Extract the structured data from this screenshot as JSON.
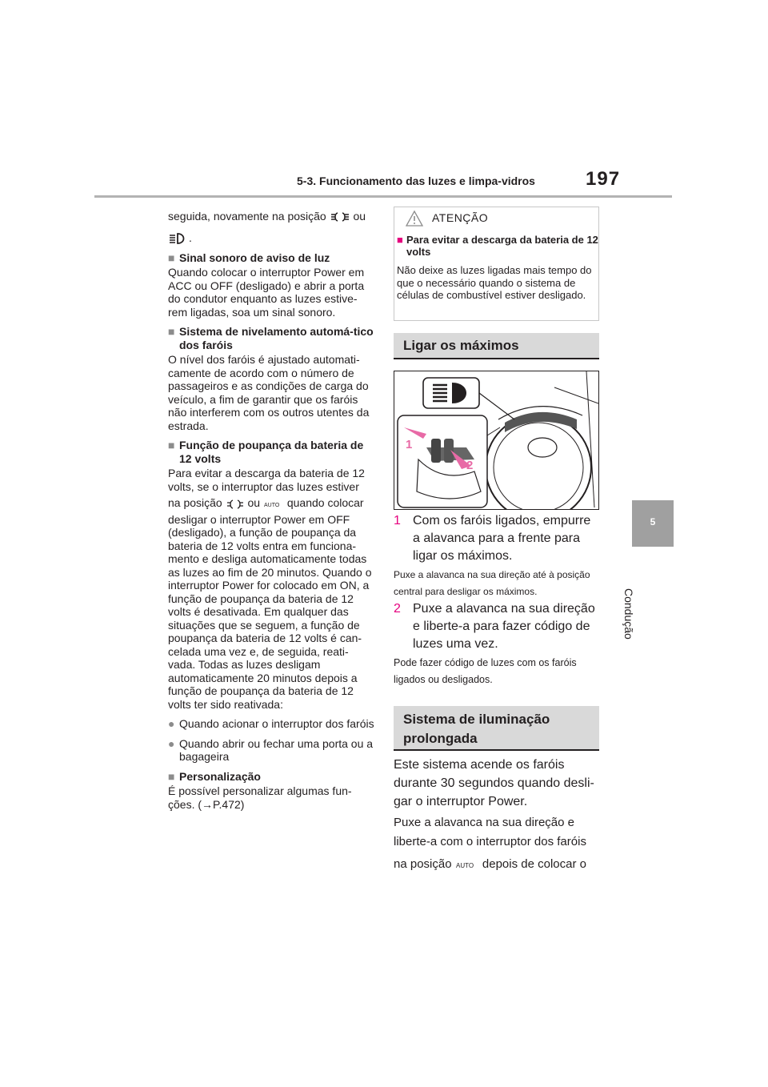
{
  "header": {
    "section": "5-3. Funcionamento das luzes e limpa-vidros",
    "page_number": "197"
  },
  "side_tab": {
    "number": "5",
    "label": "Condução"
  },
  "left": {
    "intro_a": "seguida, novamente na posição",
    "intro_ou": "ou",
    "intro_end": ".",
    "s1_head": "Sinal sonoro de aviso de luz",
    "s1_body": "Quando colocar o interruptor Power em ACC ou OFF (desligado) e abrir a porta do condutor enquanto as luzes estive-rem ligadas, soa um sinal sonoro.",
    "s2_head": "Sistema de nivelamento automá-tico dos faróis",
    "s2_body": "O nível dos faróis é ajustado automati-camente de acordo com o número de passageiros e as condições de carga do veículo, a fim de garantir que os faróis não interferem com os outros utentes da estrada.",
    "s3_head": "Função de poupança da bateria de 12 volts",
    "s3_body_a": "Para evitar a descarga da bateria de 12 volts, se o interruptor das luzes estiver",
    "s3_body_b1": "na posição",
    "s3_body_b2": "ou",
    "s3_body_b3": "quando colocar",
    "s3_body_c": "desligar o interruptor Power em OFF (desligado), a função de poupança da bateria de 12 volts entra em funciona-mento e desliga automaticamente todas as luzes ao fim de 20 minutos. Quando o interruptor Power for colocado em ON, a função de poupança da bateria de 12 volts é desativada. Em qualquer das situações que se seguem, a função de poupança da bateria de 12 volts é can-celada uma vez e, de seguida, reati-vada. Todas as luzes desligam automaticamente 20 minutos depois a função de poupança da bateria de 12 volts ter sido reativada:",
    "bullet1": "Quando acionar o interruptor dos faróis",
    "bullet2": "Quando abrir ou fechar uma porta ou a bagageira",
    "s4_head": "Personalização",
    "s4_body": "É possível personalizar algumas fun-ções. (→P.472)"
  },
  "warning": {
    "title": "ATENÇÃO",
    "head": "Para evitar a descarga da bateria de 12 volts",
    "body": "Não deixe as luzes ligadas mais tempo do que o necessário quando o sistema de células de combustível estiver desligado."
  },
  "section1": {
    "title": "Ligar os máximos",
    "figure_labels": [
      "1",
      "2"
    ],
    "step1_num": "1",
    "step1": "Com os faróis ligados, empurre a alavanca para a frente para ligar os máximos.",
    "step1_note": "Puxe a alavanca na sua direção até à posição central para desligar os máximos.",
    "step2_num": "2",
    "step2": "Puxe a alavanca na sua direção e liberte-a para fazer código de luzes uma vez.",
    "step2_note": "Pode fazer código de luzes com os faróis ligados ou desligados."
  },
  "section2": {
    "title": "Sistema de iluminação prolongada",
    "p1": "Este sistema acende os faróis durante 30 segundos quando desli-gar o interruptor Power.",
    "p2": "Puxe a alavanca na sua direção e liberte-a com o interruptor dos faróis",
    "p3a": "na posição",
    "p3b": "depois de colocar o"
  },
  "colors": {
    "accent": "#e5007e",
    "tab": "#a0a0a0",
    "heading_bg": "#d9d9d9"
  },
  "icons": [
    "headlight-icon",
    "tail-light-icon",
    "parking-light-icon",
    "auto-icon",
    "warning-triangle-icon"
  ]
}
